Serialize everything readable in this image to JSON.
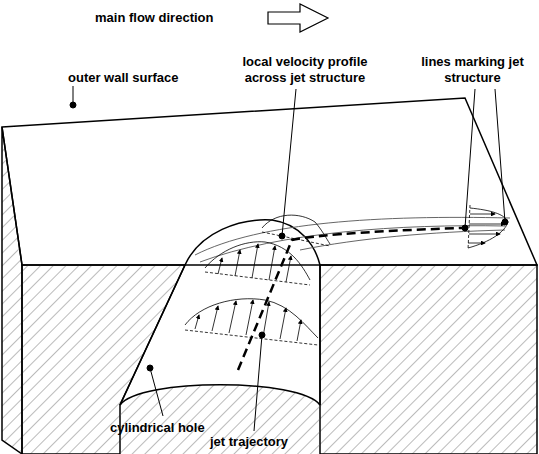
{
  "diagram": {
    "labels": [
      "main flow direction",
      "outer wall surface",
      "local velocity profile across jet structure",
      "lines marking jet structure",
      "cylindrical hole",
      "jet trajectory"
    ]
  }
}
